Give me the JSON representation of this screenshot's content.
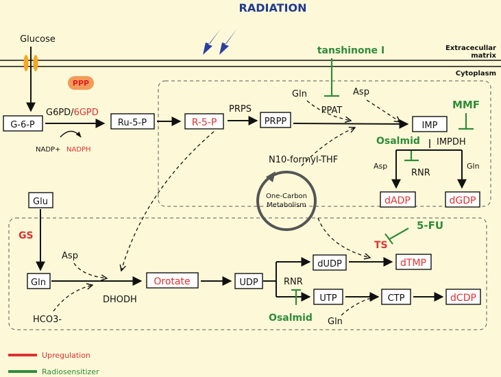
{
  "header": {
    "title": "RADIATION"
  },
  "compartments": {
    "extracellular": "Extracecullar matrix",
    "extracellular_line1": "Extracecullar",
    "extracellular_line2": "matrix",
    "cytoplasm": "Cytoplasm"
  },
  "upper": {
    "glucose": "Glucose",
    "ppp": "PPP",
    "g6p": "G-6-P",
    "g6pd_black": "G6PD/",
    "g6pd_red": "6GPD",
    "ru5p": "Ru-5-P",
    "nadp": "NADP+",
    "nadph": "NADPH",
    "r5p": "R-5-P",
    "prps": "PRPS",
    "prpp": "PRPP",
    "gln": "Gln",
    "asp": "Asp",
    "ppat": "PPAT",
    "imp": "IMP",
    "impdh": "IMPDH",
    "rnr": "RNR",
    "asp2": "Asp",
    "gln2": "Gln",
    "dadp": "dADP",
    "dgdp": "dGDP",
    "n10": "N10-formyl-THF",
    "one_carbon_line1": "One-Carbon",
    "one_carbon_line2": "Metabolism"
  },
  "inhibitors": {
    "tanshinone": "tanshinone I",
    "mmf": "MMF",
    "osalmid_top": "Osalmid",
    "fu": "5-FU",
    "osalmid_bottom": "Osalmid"
  },
  "lower": {
    "glu": "Glu",
    "gs": "GS",
    "gln": "Gln",
    "asp": "Asp",
    "hco3": "HCO3-",
    "dhodh": "DHODH",
    "orotate": "Orotate",
    "udp": "UDP",
    "rnr": "RNR",
    "dudp": "dUDP",
    "ts": "TS",
    "dtmp": "dTMP",
    "utp": "UTP",
    "ctp": "CTP",
    "dcdp": "dCDP",
    "gln2": "Gln"
  },
  "legend": {
    "upregulation": "Upregulation",
    "radiosensitizer": "Radiosensitizer",
    "upregulation_color": "#e03030",
    "radiosensitizer_color": "#2e8b3a"
  }
}
